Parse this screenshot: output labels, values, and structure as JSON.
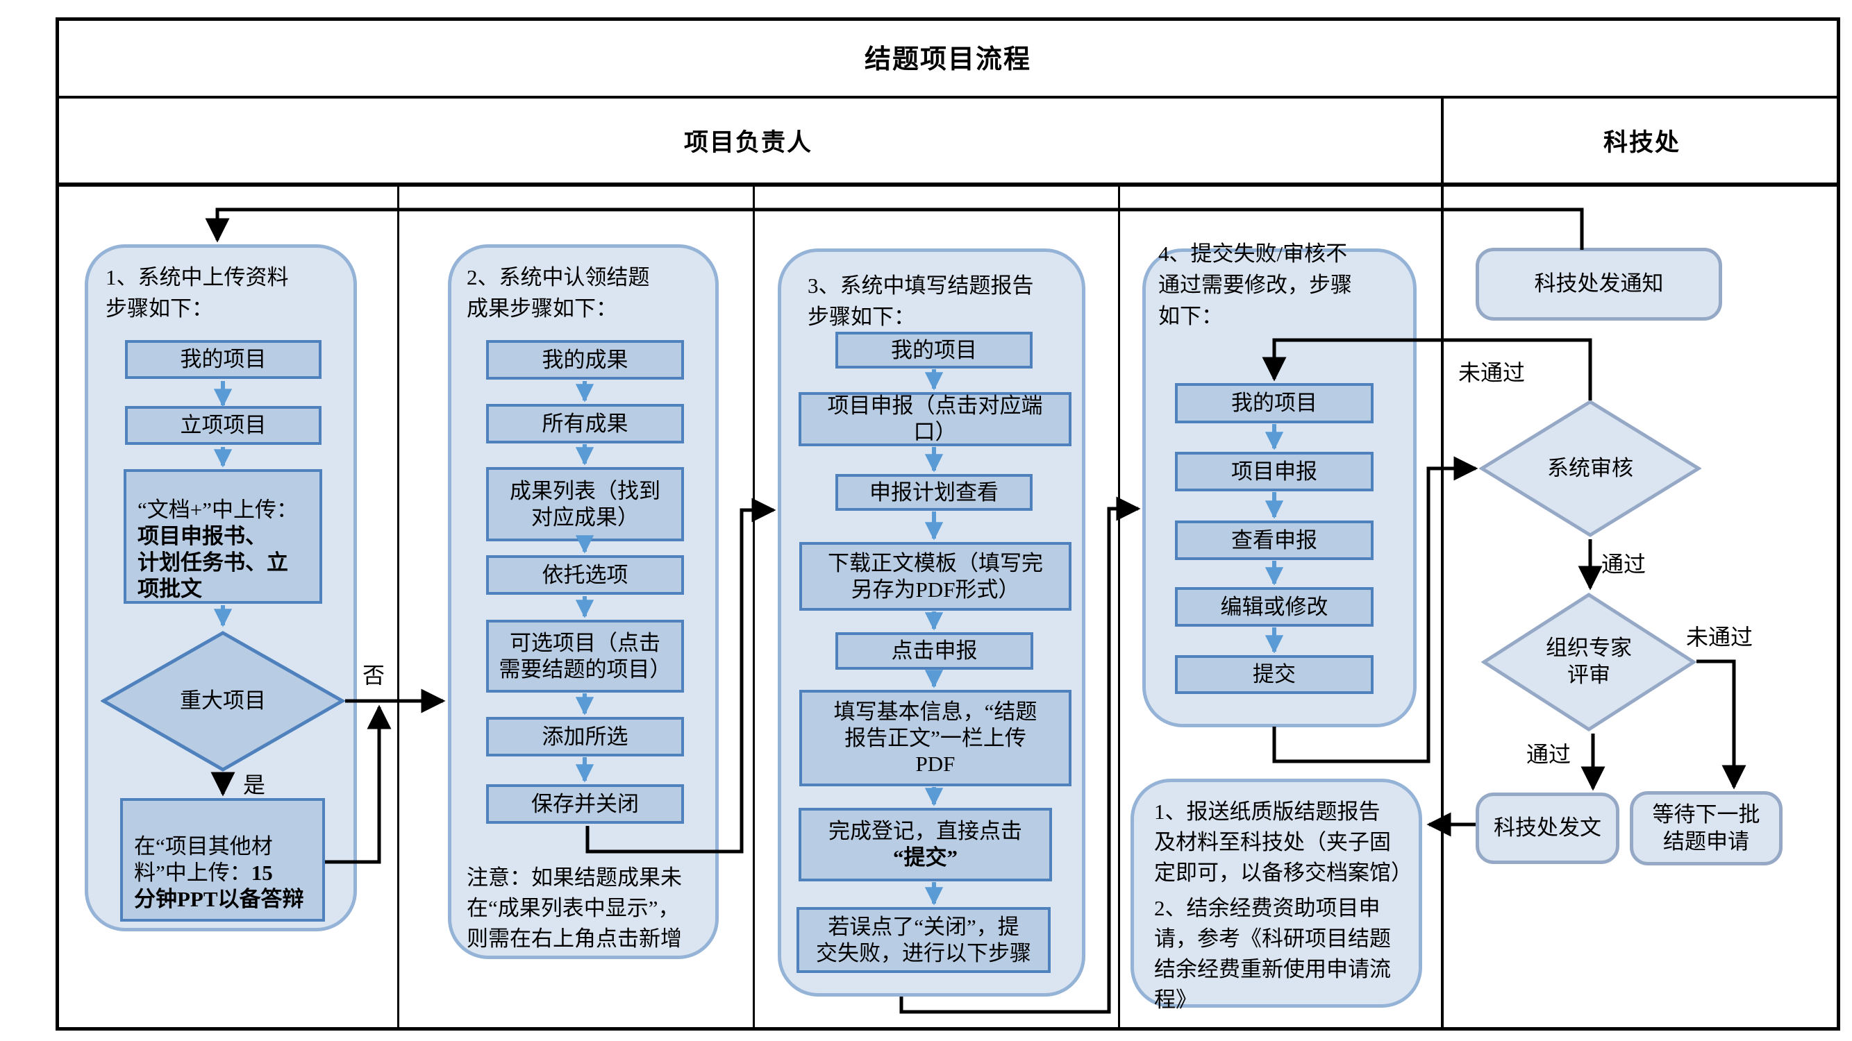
{
  "title": "结题项目流程",
  "lanes": {
    "left": "项目负责人",
    "right": "科技处"
  },
  "c1": {
    "title": "1、系统中上传资料\n步骤如下：",
    "s1": "我的项目",
    "s2": "立项项目",
    "s3pre": "“文档+”中上传：",
    "s3bold": "项目申报书、\n计划任务书、立\n项批文",
    "diamond": "重大项目",
    "yes": "是",
    "no": "否",
    "s4pre": "在“项目其他材\n料”中上传：",
    "s4bold": "15\n分钟PPT以备答辩"
  },
  "c2": {
    "title": "2、系统中认领结题\n成果步骤如下：",
    "s1": "我的成果",
    "s2": "所有成果",
    "s3": "成果列表（找到\n对应成果）",
    "s4": "依托选项",
    "s5": "可选项目（点击\n需要结题的项目）",
    "s6": "添加所选",
    "s7": "保存并关闭",
    "note": "注意：如果结题成果未\n在“成果列表中显示”，\n则需在右上角点击新增"
  },
  "c3": {
    "title": "3、系统中填写结题报告\n步骤如下：",
    "s1": "我的项目",
    "s2": "项目申报（点击对应端\n口）",
    "s3": "申报计划查看",
    "s4": "下载正文模板（填写完\n另存为PDF形式）",
    "s5": "点击申报",
    "s6": "填写基本信息，“结题\n报告正文”一栏上传\nPDF",
    "s7pre": "完成登记，直接点击",
    "s7bold": "\n“提交”",
    "s8": "若误点了“关闭”，提\n交失败，进行以下步骤"
  },
  "c4": {
    "title": "4、提交失败/审核不\n通过需要修改，步骤\n如下：",
    "s1": "我的项目",
    "s2": "项目申报",
    "s3": "查看申报",
    "s4": "编辑或修改",
    "s5": "提交"
  },
  "c5": {
    "p1": "1、报送纸质版结题报告\n及材料至科技处（夹子固\n定即可，以备移交档案馆）",
    "p2": "2、结余经费资助项目申\n请，参考《科研项目结题\n结余经费重新使用申请流\n程》"
  },
  "kj": {
    "notify": "科技处发通知",
    "d1": "系统审核",
    "d2": "组织专家\n评审",
    "fawen": "科技处发文",
    "wait": "等待下一批\n结题申请",
    "pass": "通过",
    "fail": "未通过"
  },
  "colors": {
    "panel_fill": "#dbe5f1",
    "panel_border": "#95b3d7",
    "box_fill": "#b8cce4",
    "box_border": "#4f81bd",
    "arrow_blue": "#5b9bd5",
    "line_black": "#000000"
  }
}
